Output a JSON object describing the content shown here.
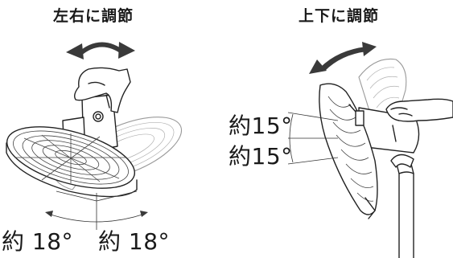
{
  "left": {
    "title": "左右に調節",
    "angle_left": "約 18°",
    "angle_right": "約 18°"
  },
  "right": {
    "title": "上下に調節",
    "angle_up": "約15°",
    "angle_down": "約15°"
  }
}
